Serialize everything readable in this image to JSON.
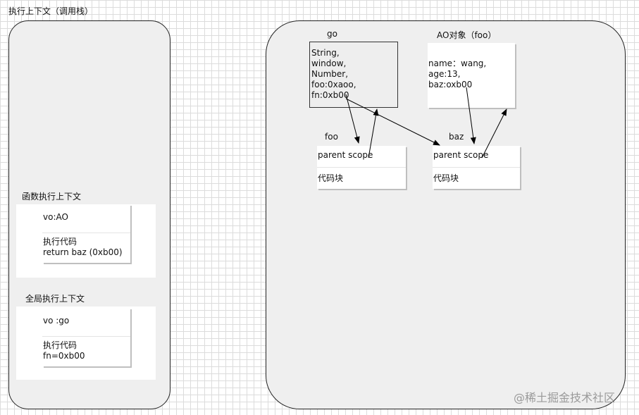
{
  "left_panel": {
    "title": "执行上下文（调用栈）",
    "function_ctx": {
      "label": "函数执行上下文",
      "vo": "vo:AO",
      "code_lines": "执行代码\nreturn baz (0xb00)"
    },
    "global_ctx": {
      "label": "全局执行上下文",
      "vo": "vo :go",
      "code_lines": "执行代码\nfn=0xb00"
    }
  },
  "right_panel": {
    "go": {
      "label": "go",
      "content": "String,\nwindow,\nNumber,\nfoo:0xaoo,\nfn:0xb00"
    },
    "ao": {
      "label": "AO对象（foo）",
      "content": "name：wang,\nage:13,\nbaz:oxb00"
    },
    "foo": {
      "label": "foo",
      "scope": "parent scope",
      "code": "代码块"
    },
    "baz": {
      "label": "baz",
      "scope": "parent scope",
      "code": "代码块"
    }
  },
  "watermark": "@稀土掘金技术社区"
}
